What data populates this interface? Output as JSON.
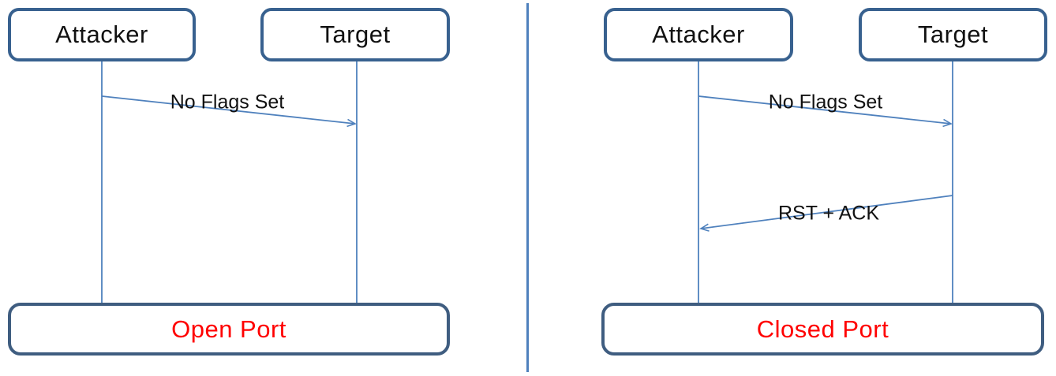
{
  "colors": {
    "accent_line": "#4f81bd",
    "box_border": "#38618f",
    "result_border": "#3f5d80",
    "result_text": "#ff0000"
  },
  "left_diagram": {
    "actors": [
      {
        "label": "Attacker"
      },
      {
        "label": "Target"
      }
    ],
    "messages": [
      {
        "label": "No Flags Set",
        "from": "Attacker",
        "to": "Target"
      }
    ],
    "result": "Open Port"
  },
  "right_diagram": {
    "actors": [
      {
        "label": "Attacker"
      },
      {
        "label": "Target"
      }
    ],
    "messages": [
      {
        "label": "No Flags Set",
        "from": "Attacker",
        "to": "Target"
      },
      {
        "label": "RST + ACK",
        "from": "Target",
        "to": "Attacker"
      }
    ],
    "result": "Closed Port"
  }
}
